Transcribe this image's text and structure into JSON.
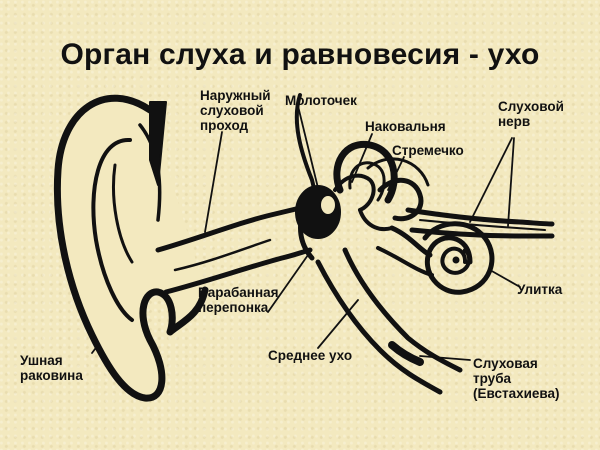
{
  "title": "Орган слуха и равновесия - ухо",
  "labels": {
    "outer_canal": [
      "Наружный",
      "слуховой",
      "проход"
    ],
    "malleus": "Молоточек",
    "incus": "Наковальня",
    "stapes": "Стремечко",
    "auditory_nerve": [
      "Слуховой",
      "нерв"
    ],
    "cochlea": "Улитка",
    "eardrum": [
      "Барабанная",
      "перепонка"
    ],
    "middle_ear": "Среднее ухо",
    "eustachian_tube": [
      "Слуховая",
      "труба",
      "(Евстахиева)"
    ],
    "auricle": [
      "Ушная",
      "раковина"
    ]
  }
}
